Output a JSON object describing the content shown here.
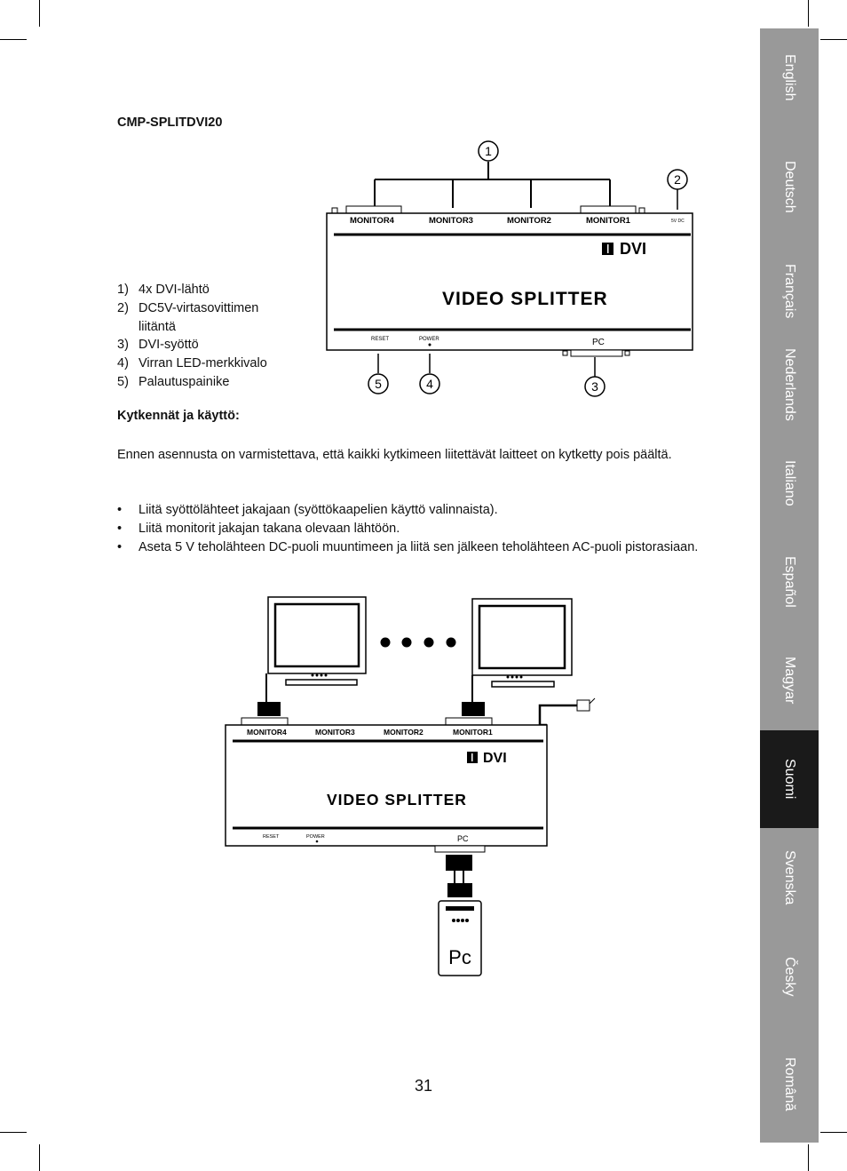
{
  "model": "CMP-SPLITDVI20",
  "legend": [
    {
      "num": "1)",
      "text": "4x DVI-lähtö"
    },
    {
      "num": "2)",
      "text": "DC5V-virtasovittimen liitäntä"
    },
    {
      "num": "3)",
      "text": "DVI-syöttö"
    },
    {
      "num": "4)",
      "text": "Virran LED-merkkivalo"
    },
    {
      "num": "5)",
      "text": "Palautuspainike"
    }
  ],
  "section_title": "Kytkennät ja käyttö:",
  "intro": "Ennen asennusta on varmistettava, että kaikki kytkimeen liitettävät laitteet on kytketty pois päältä.",
  "bullets": [
    {
      "mark": "•",
      "text": "Liitä syöttölähteet jakajaan (syöttökaapelien käyttö valinnaista)."
    },
    {
      "mark": "•",
      "text": "Liitä monitorit jakajan takana olevaan lähtöön."
    },
    {
      "mark": "•",
      "text": "Aseta 5 V teholähteen DC-puoli muuntimeen ja liitä sen jälkeen teholähteen AC-puoli pistorasiaan."
    }
  ],
  "page_number": "31",
  "languages": [
    "English",
    "Deutsch",
    "Français",
    "Nederlands",
    "Italiano",
    "Español",
    "Magyar",
    "Suomi",
    "Svenska",
    "Česky",
    "Română"
  ],
  "active_language": "Suomi",
  "device": {
    "ports": [
      "MONITOR4",
      "MONITOR3",
      "MONITOR2",
      "MONITOR1"
    ],
    "dc_label": "5V DC",
    "logo": "DVI",
    "title": "VIDEO SPLITTER",
    "reset": "RESET",
    "power": "POWER",
    "pc": "PC"
  },
  "callouts": [
    "1",
    "2",
    "3",
    "4",
    "5"
  ],
  "pc_box_label": "Pc",
  "colors": {
    "sidebar": "#999999",
    "sidebar_active": "#1a1a1a",
    "text": "#111111"
  }
}
